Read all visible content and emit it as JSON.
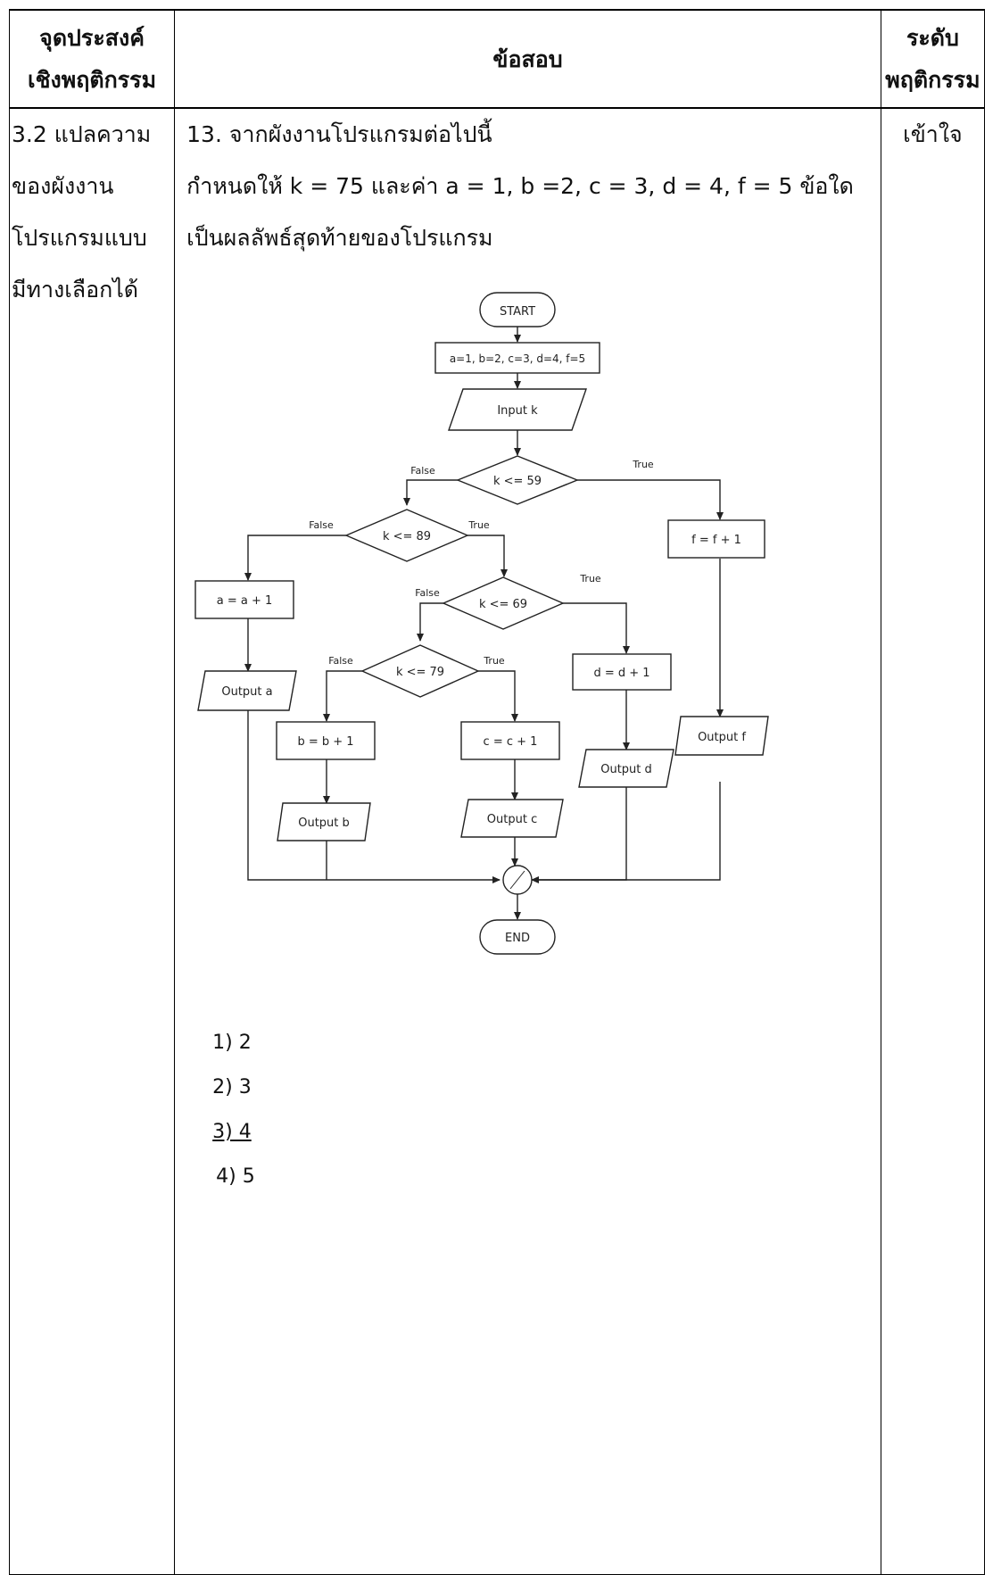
{
  "header": {
    "col1_line1": "จุดประสงค์",
    "col1_line2": "เชิงพฤติกรรม",
    "col2": "ข้อสอบ",
    "col3_line1": "ระดับ",
    "col3_line2": "พฤติกรรม"
  },
  "objective": {
    "lines": [
      "3.2 แปลความ",
      "ของผังงาน",
      "โปรแกรมแบบ",
      "มีทางเลือกได้"
    ]
  },
  "level": "เข้าใจ",
  "question": {
    "line1": "13. จากผังงานโปรแกรมต่อไปนี้",
    "line2": "กำหนดให้ k = 75 และค่า a = 1, b =2, c = 3, d = 4, f = 5 ข้อใด",
    "line3": "เป็นผลลัพธ์สุดท้ายของโปรแกรม"
  },
  "flowchart": {
    "start": "START",
    "init": "a=1, b=2, c=3, d=4, f=5",
    "input": "Input k",
    "cond1": "k <= 59",
    "cond2": "k <= 89",
    "cond3": "k <= 69",
    "cond4": "k <= 79",
    "label_true": "True",
    "label_false": "False",
    "proc_a": "a = a + 1",
    "proc_b": "b = b + 1",
    "proc_c": "c = c + 1",
    "proc_d": "d = d + 1",
    "proc_f": "f = f + 1",
    "out_a": "Output a",
    "out_b": "Output b",
    "out_c": "Output c",
    "out_d": "Output d",
    "out_f": "Output f",
    "end": "END"
  },
  "choices": [
    "1) 2",
    "2) 3",
    "3) 4",
    "4) 5"
  ]
}
